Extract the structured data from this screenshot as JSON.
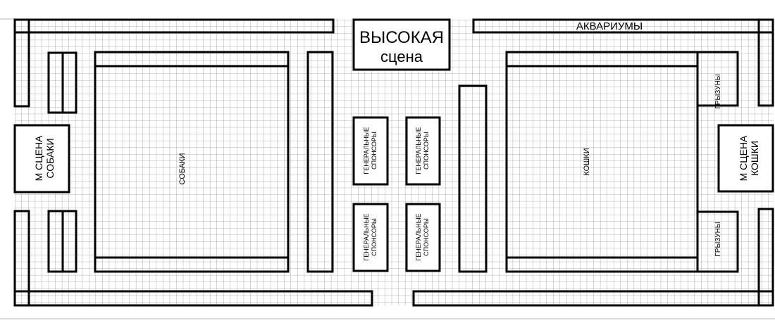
{
  "plan": {
    "main_stage": {
      "line1": "ВЫСОКАЯ",
      "line2": "сцена"
    },
    "aquariums": "АКВАРИУМЫ",
    "dogs": "СОБАКИ",
    "cats": "КОШКИ",
    "small_stage_dogs": {
      "line1": "М СЦЕНА",
      "line2": "СОБАКИ"
    },
    "small_stage_cats": {
      "line1": "М СЦЕНА",
      "line2": "КОШКИ"
    },
    "rodents_top": "ГРЫЗУНЫ",
    "rodents_bottom": "ГРЫЗУНЫ",
    "sponsors": [
      {
        "line1": "ГЕНЕРАЛЬНЫЕ",
        "line2": "СПОНСОРЫ"
      },
      {
        "line1": "ГЕНЕРАЛЬНЫЕ",
        "line2": "СПОНСОРЫ"
      },
      {
        "line1": "ГЕНЕРАЛЬНЫЕ",
        "line2": "СПОНСОРЫ"
      },
      {
        "line1": "ГЕНЕРАЛЬНЫЕ",
        "line2": "СПОНСОРЫ"
      }
    ]
  }
}
